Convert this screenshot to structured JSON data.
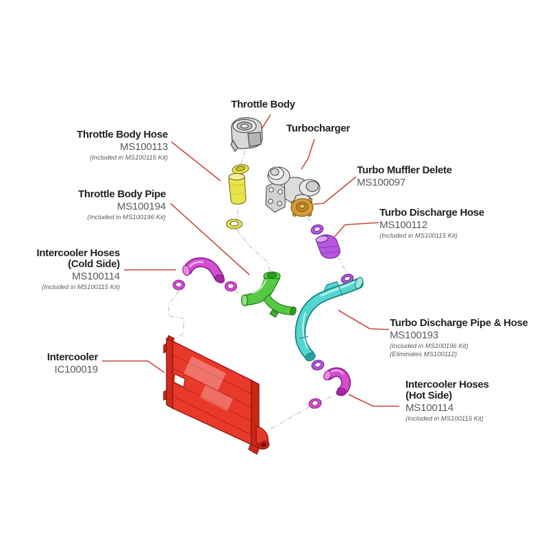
{
  "labels": [
    {
      "id": "throttle-body",
      "title": "Throttle Body"
    },
    {
      "id": "throttle-body-hose",
      "title": "Throttle Body Hose",
      "part": "MS100113",
      "note": "(Included in MS100115 Kit)"
    },
    {
      "id": "turbocharger",
      "title": "Turbocharger"
    },
    {
      "id": "turbo-muffler-delete",
      "title": "Turbo Muffler Delete",
      "part": "MS100097"
    },
    {
      "id": "turbo-discharge-hose",
      "title": "Turbo Discharge Hose",
      "part": "MS100112",
      "note": "(Included in MS100115 Kit)"
    },
    {
      "id": "throttle-body-pipe",
      "title": "Throttle Body Pipe",
      "part": "MS100194",
      "note": "(Included in MS100196 Kit)"
    },
    {
      "id": "intercooler-hoses-cold",
      "title": "Intercooler Hoses",
      "title2": "(Cold Side)",
      "part": "MS100114",
      "note": "(Included in MS100115 Kit)"
    },
    {
      "id": "turbo-discharge-pipe-hose",
      "title": "Turbo Discharge Pipe & Hose",
      "part": "MS100193",
      "note": "(Included in MS100196 Kit)",
      "note2": "(Eliminates MS100112)"
    },
    {
      "id": "intercooler",
      "title": "Intercooler",
      "part": "IC100019"
    },
    {
      "id": "intercooler-hoses-hot",
      "title": "Intercooler Hoses",
      "title2": "(Hot Side)",
      "part": "MS100114",
      "note": "(Included in MS100115 Kit)"
    }
  ],
  "colors": {
    "leader_line": "#c5473a",
    "title_text": "#231f20",
    "part_number_text": "#58595b",
    "note_text": "#58595b",
    "assembly_dash": "#c6c6c6",
    "throttle_body_hose": "#e9e44c",
    "turbo_muffler_delete": "#d79a36",
    "turbo_discharge_hose": "#b558dc",
    "throttle_body_pipe": "#55c944",
    "turbo_discharge_pipe": "#54d6d0",
    "intercooler_hoses": "#d44fd0",
    "intercooler": "#e8392a"
  }
}
